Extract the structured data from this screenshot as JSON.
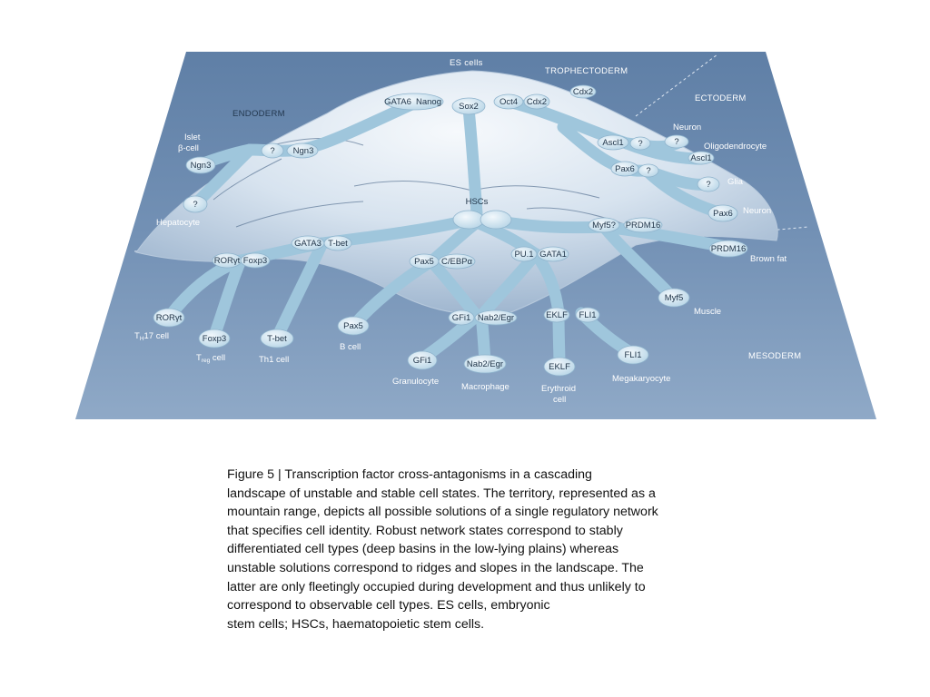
{
  "figure": {
    "regions": {
      "es_cells": "ES cells",
      "trophectoderm": "TROPHECTODERM",
      "ectoderm": "ECTODERM",
      "endoderm": "ENDODERM",
      "mesoderm": "MESODERM"
    },
    "factors": {
      "gata6": "GATA6",
      "nanog": "Nanog",
      "sox2": "Sox2",
      "oct4": "Oct4",
      "cdx2_a": "Cdx2",
      "cdx2_b": "Cdx2",
      "ngn3_top": "Ngn3",
      "q_endo": "?",
      "ngn3_left": "Ngn3",
      "q_hep": "?",
      "ascl1_top": "Ascl1",
      "q_ecto1": "?",
      "q_ecto2": "?",
      "ascl1_right": "Ascl1",
      "pax6_mid": "Pax6",
      "q_ecto3": "?",
      "q_glia": "?",
      "pax6_right": "Pax6",
      "hscs": "HSCs",
      "myf5q": "Myf5?",
      "prdm16_top": "PRDM16",
      "prdm16_right": "PRDM16",
      "myf5": "Myf5",
      "gata3": "GATA3",
      "tbet_top": "T-bet",
      "rorgt_top": "RORγt",
      "foxp3_top": "Foxp3",
      "pax5_top": "Pax5",
      "cebpa": "C/EBPα",
      "pu1": "PU.1",
      "gata1": "GATA1",
      "rorgt": "RORγt",
      "foxp3": "Foxp3",
      "tbet": "T-bet",
      "pax5": "Pax5",
      "gfi1_mid": "GFi1",
      "nab2_mid": "Nab2/Egr",
      "eklf_mid": "EKLF",
      "fli1_mid": "FLI1",
      "gfi1": "GFi1",
      "nab2": "Nab2/Egr",
      "eklf": "EKLF",
      "fli1": "FLI1"
    },
    "cells": {
      "islet_1": "Islet",
      "islet_2": "β-cell",
      "hepatocyte": "Hepatocyte",
      "neuron_top": "Neuron",
      "oligodendrocyte": "Oligodendrocyte",
      "glia": "Glia",
      "neuron": "Neuron",
      "brown_fat": "Brown fat",
      "muscle": "Muscle",
      "th17_prefix": "T",
      "th17_sub": "H",
      "th17_suffix": "17 cell",
      "treg_prefix": "T",
      "treg_sub": "reg",
      "treg_suffix": " cell",
      "th1": "Th1 cell",
      "bcell": "B cell",
      "granulocyte": "Granulocyte",
      "macrophage": "Macrophage",
      "erythroid_1": "Erythroid",
      "erythroid_2": "cell",
      "megakaryocyte": "Megakaryocyte"
    }
  },
  "caption": {
    "lines": [
      "Figure 5 | Transcription factor cross-antagonisms in a cascading",
      "landscape of unstable and stable cell states. The territory, represented as a",
      "mountain range, depicts all possible solutions of a single regulatory network",
      "that specifies cell identity. Robust network states correspond to stably",
      "differentiated cell types (deep basins in the low-lying plains) whereas",
      "unstable solutions correspond to ridges and slopes in the landscape. The",
      "latter are only fleetingly occupied during development and thus unlikely to",
      "correspond to observable cell types. ES cells, embryonic",
      "stem cells; HSCs, haematopoietic stem cells."
    ]
  },
  "colors": {
    "plain": "#6f8fb3",
    "mountain": "#e3ebf4",
    "channel": "#9fc6dc",
    "node": "#d6e8f2"
  }
}
